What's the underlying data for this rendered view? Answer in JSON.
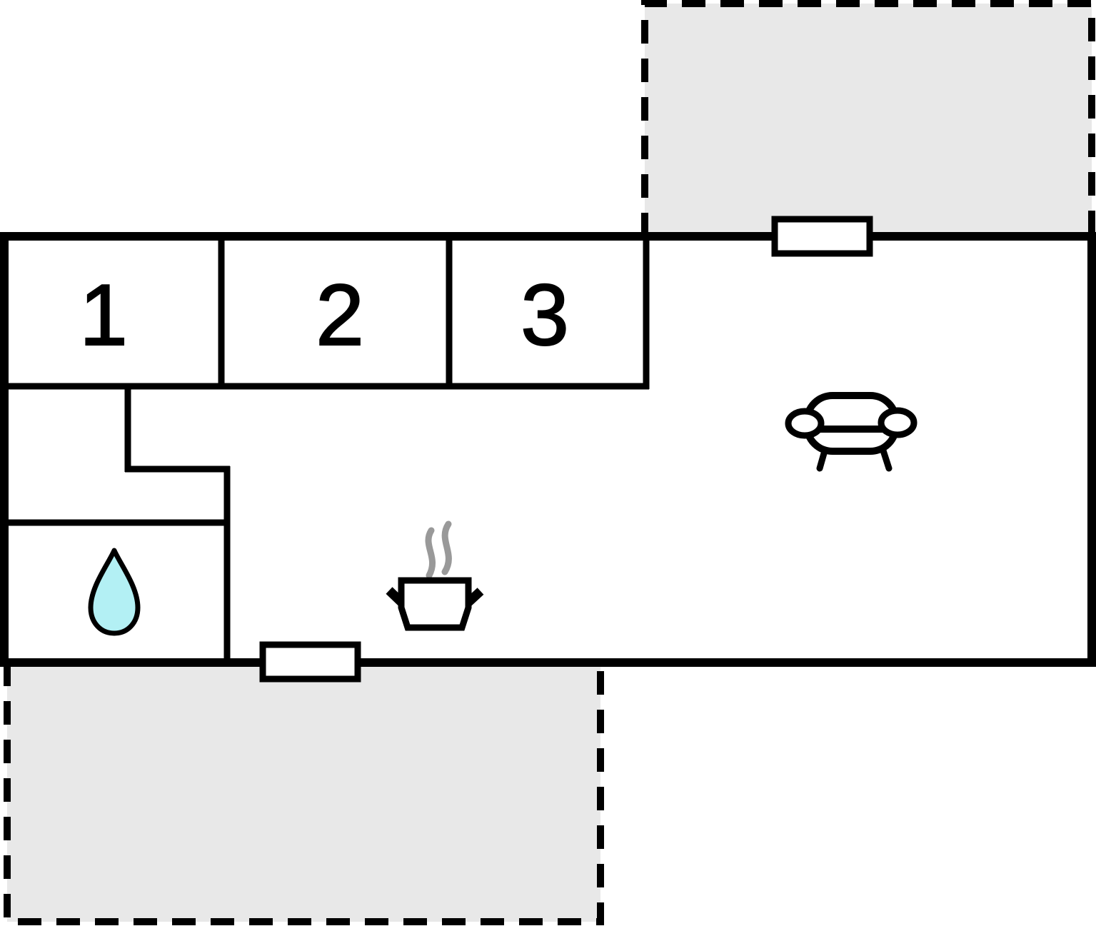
{
  "page": {
    "title": "Floor plan"
  },
  "colors": {
    "background": "#ffffff",
    "wall": "#000000",
    "floor": "#ffffff",
    "terrace": "#e8e8e8",
    "water": "#b3f0f4",
    "steam": "#999999"
  },
  "rooms": [
    {
      "label": "1"
    },
    {
      "label": "2"
    },
    {
      "label": "3"
    }
  ],
  "icons": {
    "bathroom": "water-drop-icon",
    "kitchen": "cooking-pot-icon",
    "living_room": "sofa-icon",
    "outdoor_areas": "dashed-terrace-area",
    "openings": "door-opening"
  }
}
